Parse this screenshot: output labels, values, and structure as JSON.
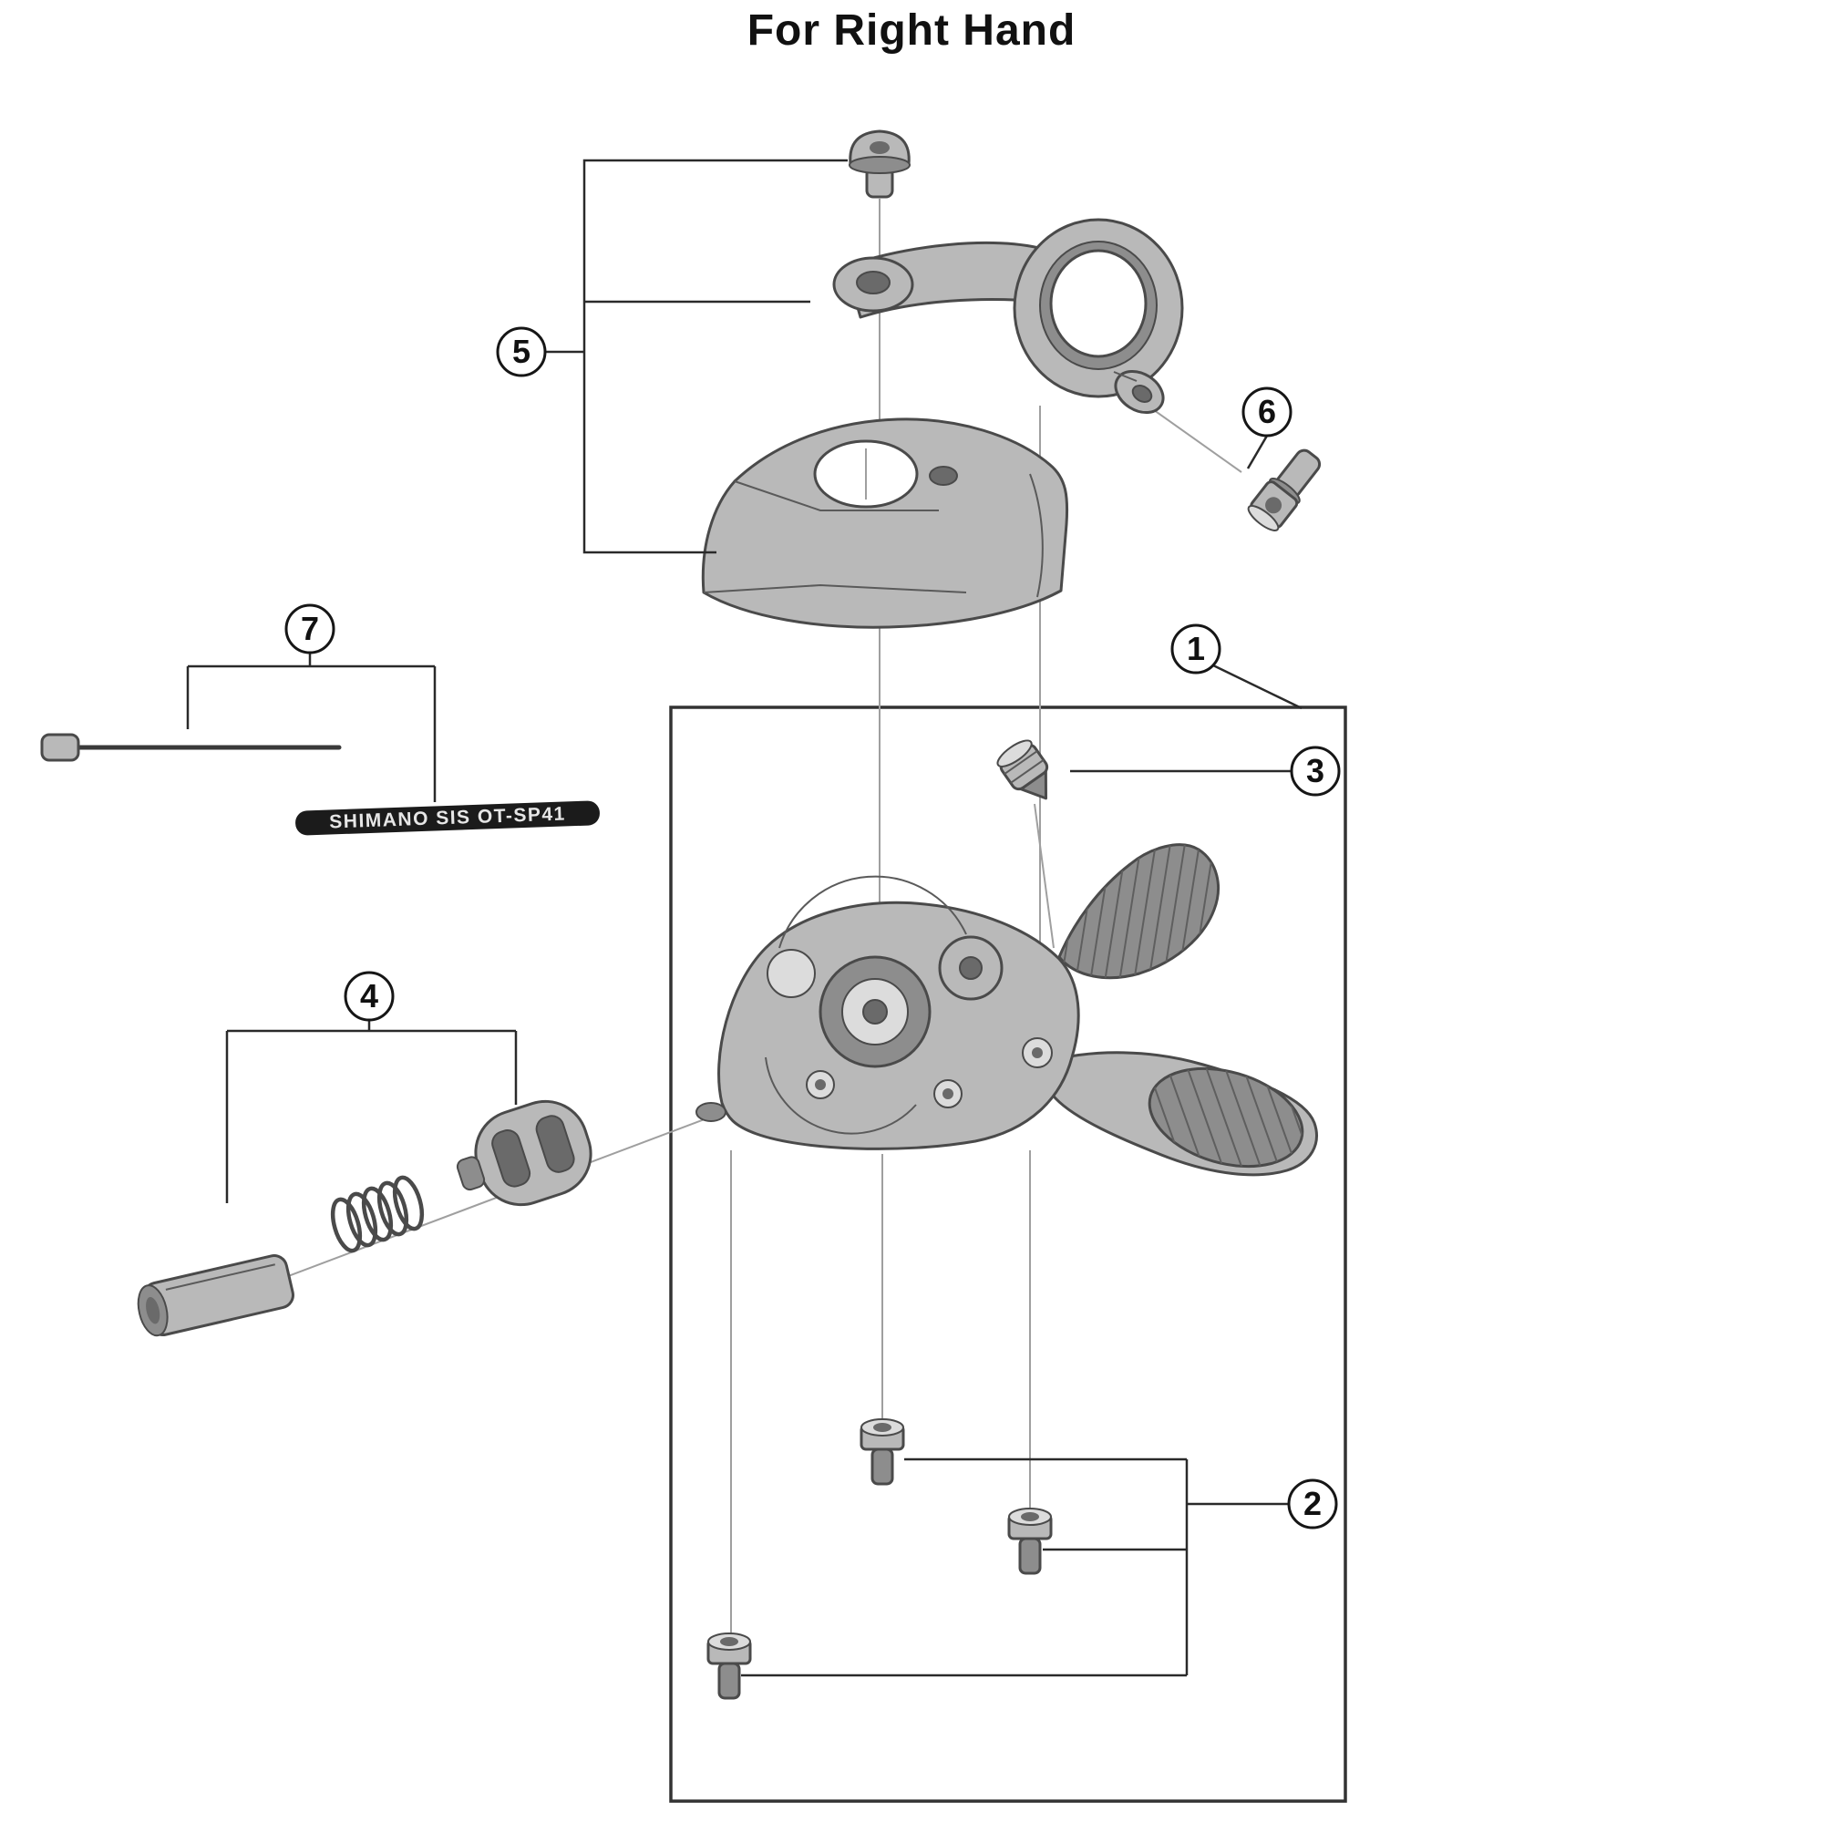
{
  "title": "For Right Hand",
  "callouts": {
    "n1": "1",
    "n2": "2",
    "n3": "3",
    "n4": "4",
    "n5": "5",
    "n6": "6",
    "n7": "7"
  },
  "labels": {
    "cable_casing": "SHIMANO SIS OT-SP41"
  },
  "colors": {
    "background": "#ffffff",
    "outline": "#4a4a4a",
    "part_mid": "#b9b9b9",
    "part_dark": "#8d8d8d",
    "part_light": "#dcdcdc",
    "part_deep": "#6a6a6a",
    "leader": "#2a2a2a",
    "axis": "#9f9f9f",
    "casing": "#1b1b1b"
  }
}
